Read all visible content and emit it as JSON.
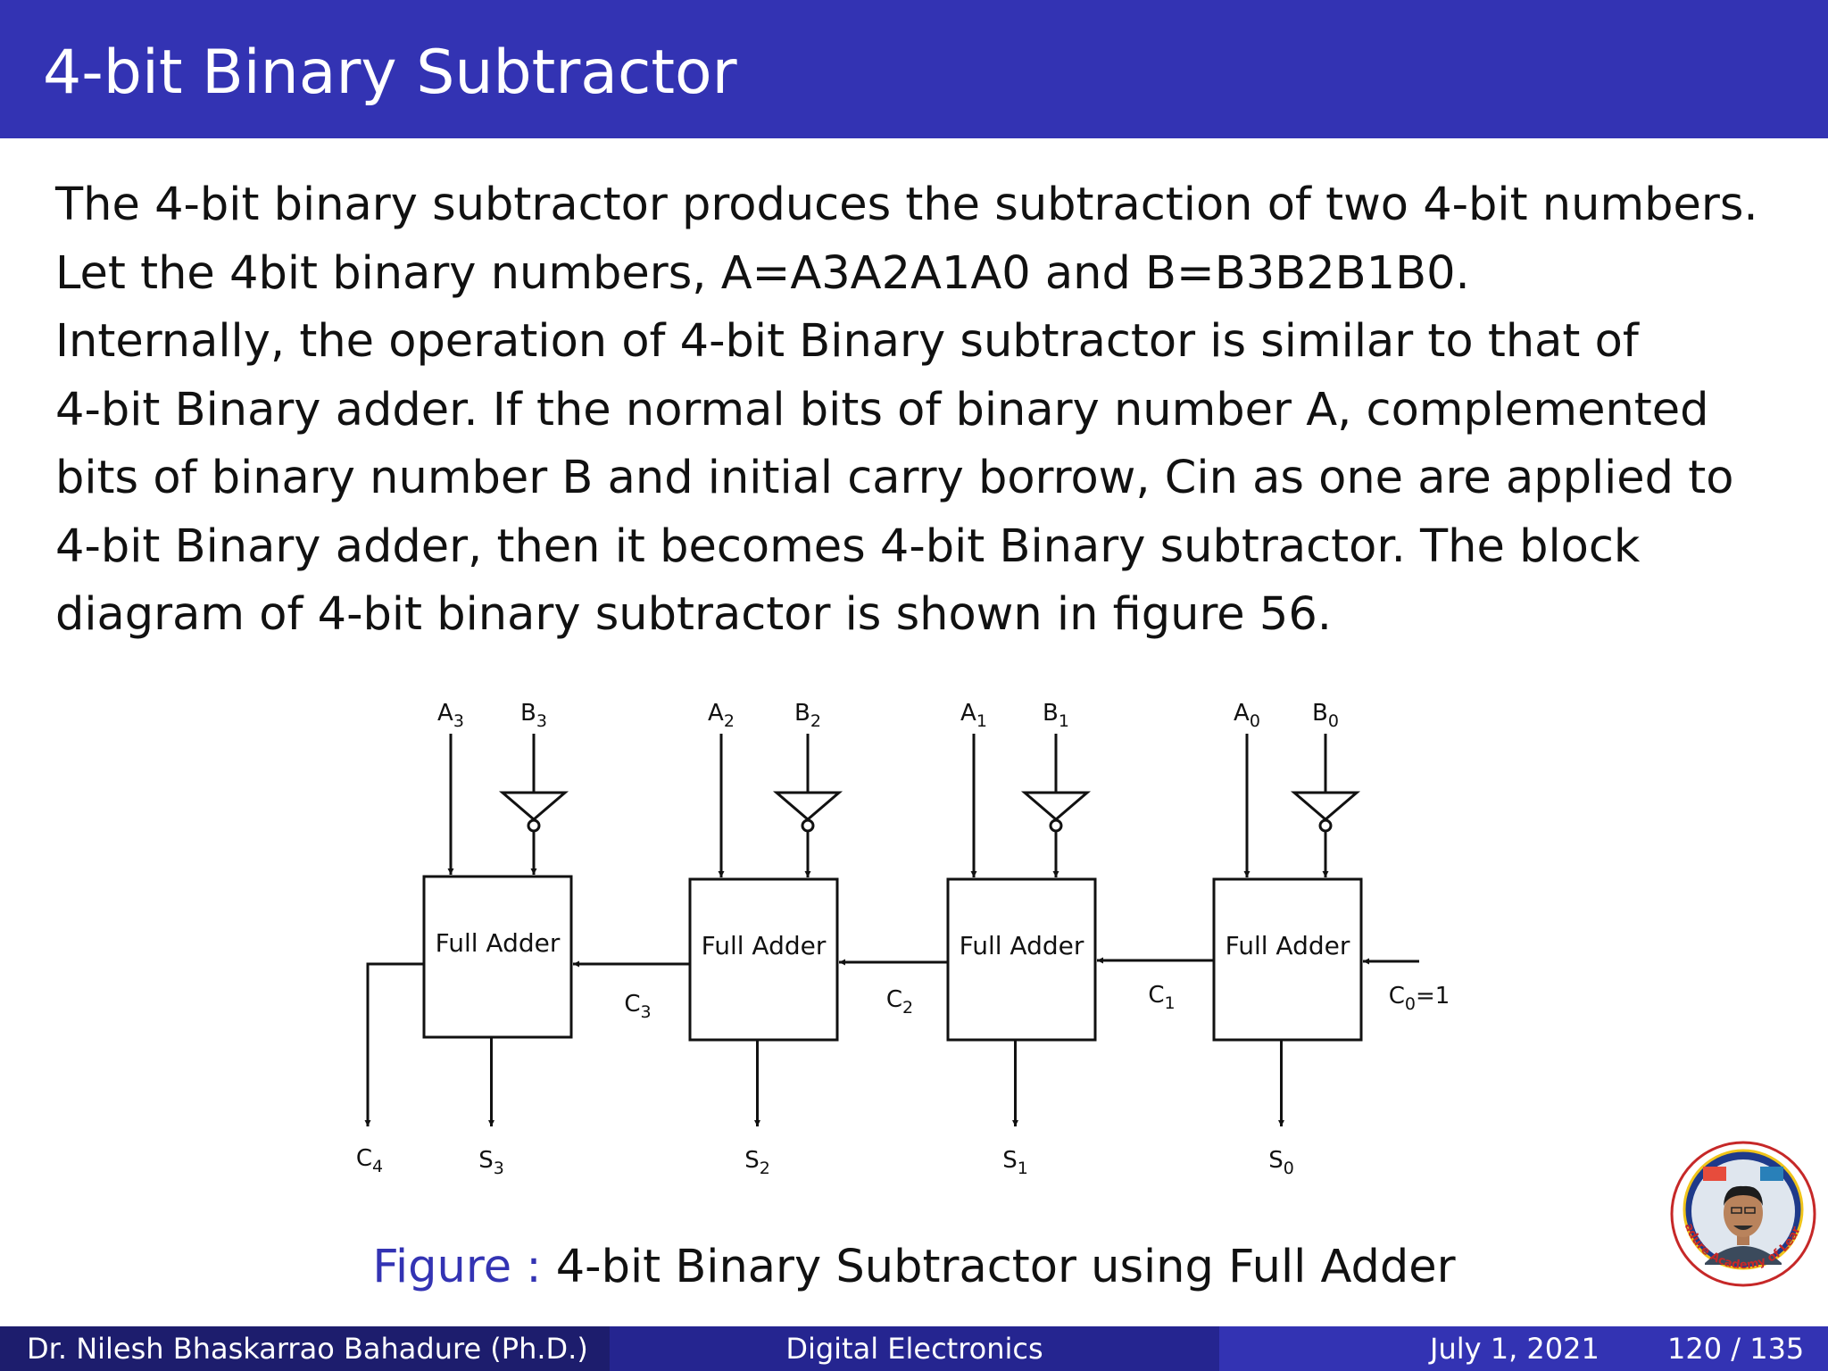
{
  "slide": {
    "title": "4-bit Binary Subtractor",
    "body_lines": [
      "The 4-bit binary subtractor produces the subtraction of two 4-bit numbers.",
      "Let the 4bit binary numbers, A=A3A2A1A0 and B=B3B2B1B0.",
      "Internally, the operation of 4-bit Binary subtractor is similar to that of",
      "4-bit Binary adder. If the normal bits of binary number A, complemented",
      "bits of binary number B and initial carry borrow, Cin as one are applied to",
      "4-bit Binary adder, then it becomes 4-bit Binary subtractor. The block",
      "diagram of 4-bit binary subtractor is shown in figure 56."
    ]
  },
  "diagram": {
    "block_label": "Full Adder",
    "blocks": [
      {
        "a": "A",
        "a_sub": "3",
        "b": "B",
        "b_sub": "3",
        "s": "S",
        "s_sub": "3"
      },
      {
        "a": "A",
        "a_sub": "2",
        "b": "B",
        "b_sub": "2",
        "s": "S",
        "s_sub": "2"
      },
      {
        "a": "A",
        "a_sub": "1",
        "b": "B",
        "b_sub": "1",
        "s": "S",
        "s_sub": "1"
      },
      {
        "a": "A",
        "a_sub": "0",
        "b": "B",
        "b_sub": "0",
        "s": "S",
        "s_sub": "0"
      }
    ],
    "carries": [
      {
        "c": "C",
        "sub": "3"
      },
      {
        "c": "C",
        "sub": "2"
      },
      {
        "c": "C",
        "sub": "1"
      }
    ],
    "carry_out": {
      "c": "C",
      "sub": "4"
    },
    "carry_in": {
      "c": "C",
      "sub": "0",
      "suffix": "=1"
    }
  },
  "caption": {
    "label": "Figure :",
    "text": "4-bit Binary Subtractor using Full Adder"
  },
  "footer": {
    "author": "Dr. Nilesh Bhaskarrao Bahadure (Ph.D.)",
    "course": "Digital Electronics",
    "date": "July 1, 2021",
    "page": "120 / 135"
  },
  "logo": {
    "text": "Bahadure Academy of Learning"
  },
  "colors": {
    "header_bg": "#3333b3",
    "footer_left": "#1d1d6d",
    "footer_mid": "#252590",
    "footer_right": "#3333b3",
    "caption_label": "#3333b3"
  }
}
